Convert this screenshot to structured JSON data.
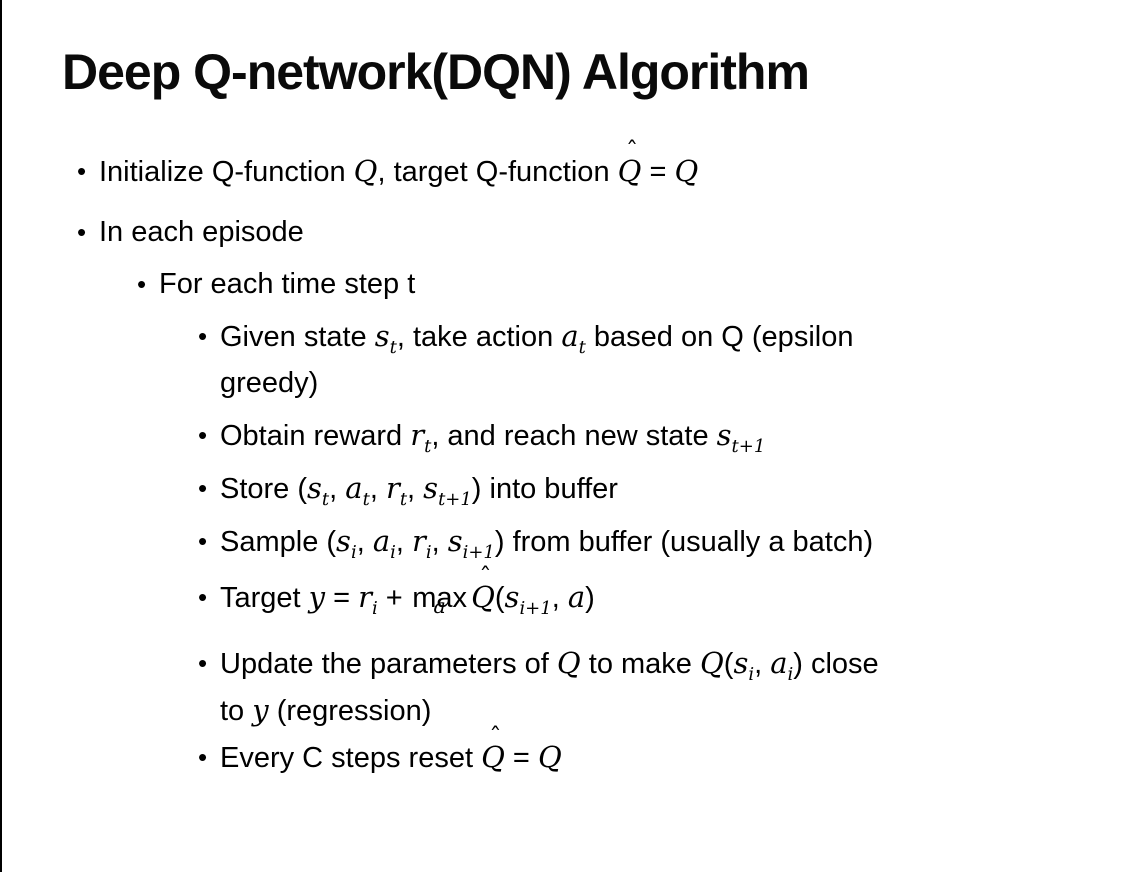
{
  "slide": {
    "title": "Deep Q-network(DQN) Algorithm",
    "bullet_char": "•",
    "colors": {
      "text": "#000000",
      "background": "#ffffff",
      "edge_line": "#000000"
    },
    "bullets": [
      {
        "level": 1,
        "segments": [
          {
            "t": "text",
            "v": "Initialize Q-function "
          },
          {
            "t": "var",
            "v": "Q"
          },
          {
            "t": "text",
            "v": ", target Q-function "
          },
          {
            "t": "hatvar",
            "v": "Q"
          },
          {
            "t": "text",
            "v": " = "
          },
          {
            "t": "var",
            "v": "Q"
          }
        ]
      },
      {
        "level": 1,
        "segments": [
          {
            "t": "text",
            "v": "In each episode"
          }
        ]
      },
      {
        "level": 2,
        "segments": [
          {
            "t": "text",
            "v": "For each time step t"
          }
        ]
      },
      {
        "level": 3,
        "segments": [
          {
            "t": "text",
            "v": "Given state "
          },
          {
            "t": "var",
            "v": "s",
            "sub": "t"
          },
          {
            "t": "text",
            "v": ", take action "
          },
          {
            "t": "var",
            "v": "a",
            "sub": "t"
          },
          {
            "t": "text",
            "v": " based on Q (epsilon"
          },
          {
            "t": "br"
          },
          {
            "t": "text",
            "v": "greedy)"
          }
        ]
      },
      {
        "level": 3,
        "segments": [
          {
            "t": "text",
            "v": "Obtain reward "
          },
          {
            "t": "var",
            "v": "r",
            "sub": "t"
          },
          {
            "t": "text",
            "v": ", and reach new state "
          },
          {
            "t": "var",
            "v": "s",
            "sub": "t+1"
          }
        ]
      },
      {
        "level": 3,
        "segments": [
          {
            "t": "text",
            "v": "Store ("
          },
          {
            "t": "var",
            "v": "s",
            "sub": "t"
          },
          {
            "t": "text",
            "v": ", "
          },
          {
            "t": "var",
            "v": "a",
            "sub": "t"
          },
          {
            "t": "text",
            "v": ", "
          },
          {
            "t": "var",
            "v": "r",
            "sub": "t"
          },
          {
            "t": "text",
            "v": ", "
          },
          {
            "t": "var",
            "v": "s",
            "sub": "t+1"
          },
          {
            "t": "text",
            "v": ") into buffer"
          }
        ]
      },
      {
        "level": 3,
        "segments": [
          {
            "t": "text",
            "v": "Sample ("
          },
          {
            "t": "var",
            "v": "s",
            "sub": "i"
          },
          {
            "t": "text",
            "v": ", "
          },
          {
            "t": "var",
            "v": "a",
            "sub": "i"
          },
          {
            "t": "text",
            "v": ", "
          },
          {
            "t": "var",
            "v": "r",
            "sub": "i"
          },
          {
            "t": "text",
            "v": ", "
          },
          {
            "t": "var",
            "v": "s",
            "sub": "i+1"
          },
          {
            "t": "text",
            "v": ") from buffer (usually a batch)"
          }
        ]
      },
      {
        "level": 3,
        "segments": [
          {
            "t": "text",
            "v": "Target "
          },
          {
            "t": "var",
            "v": "y"
          },
          {
            "t": "text",
            "v": " = "
          },
          {
            "t": "var",
            "v": "r",
            "sub": "i"
          },
          {
            "t": "text",
            "v": " + "
          },
          {
            "t": "maxunder",
            "v": "max",
            "under": "a"
          },
          {
            "t": "hatvar",
            "v": "Q"
          },
          {
            "t": "text",
            "v": "("
          },
          {
            "t": "var",
            "v": "s",
            "sub": "i+1"
          },
          {
            "t": "text",
            "v": ", "
          },
          {
            "t": "var",
            "v": "a"
          },
          {
            "t": "text",
            "v": ")"
          }
        ]
      },
      {
        "level": 3,
        "segments": [
          {
            "t": "text",
            "v": "Update the parameters of "
          },
          {
            "t": "var",
            "v": "Q"
          },
          {
            "t": "text",
            "v": " to make "
          },
          {
            "t": "var",
            "v": "Q"
          },
          {
            "t": "text",
            "v": "("
          },
          {
            "t": "var",
            "v": "s",
            "sub": "i"
          },
          {
            "t": "text",
            "v": ", "
          },
          {
            "t": "var",
            "v": "a",
            "sub": "i"
          },
          {
            "t": "text",
            "v": ") close"
          },
          {
            "t": "br"
          },
          {
            "t": "text",
            "v": "to "
          },
          {
            "t": "var",
            "v": "y"
          },
          {
            "t": "text",
            "v": " (regression)"
          }
        ]
      },
      {
        "level": 3,
        "segments": [
          {
            "t": "text",
            "v": "Every C steps reset "
          },
          {
            "t": "hatvar",
            "v": "Q"
          },
          {
            "t": "text",
            "v": " = "
          },
          {
            "t": "var",
            "v": "Q"
          }
        ]
      }
    ]
  }
}
